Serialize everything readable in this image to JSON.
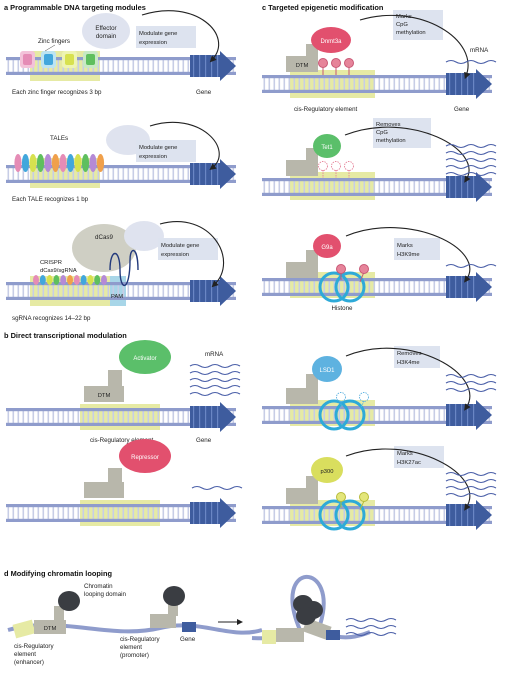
{
  "section_a": {
    "title": "a  Programmable DNA targeting modules",
    "zf": {
      "zinc_fingers": "Zinc fingers",
      "effector_line1": "Effector",
      "effector_line2": "domain",
      "callout_line1": "Modulate gene",
      "callout_line2": "expression",
      "gene": "Gene",
      "caption": "Each zinc finger recognizes 3 bp"
    },
    "tale": {
      "tales": "TALEs",
      "callout_line1": "Modulate gene",
      "callout_line2": "expression",
      "caption": "Each TALE recognizes 1 bp"
    },
    "crispr": {
      "dcas9": "dCas9",
      "label_line1": "CRISPR",
      "label_line2": "dCas9/sgRNA",
      "pam": "PAM",
      "callout_line1": "Modulate gene",
      "callout_line2": "expression",
      "caption": "sgRNA recognizes 14–22 bp"
    }
  },
  "section_b": {
    "title": "b  Direct transcriptional modulation",
    "activator": {
      "protein": "Activator",
      "dtm": "DTM",
      "mrna": "mRNA",
      "cis": "cis-Regulatory element",
      "gene": "Gene"
    },
    "repressor": {
      "protein": "Repressor"
    }
  },
  "section_c": {
    "title": "c  Targeted epigenetic modification",
    "dnmt3a": {
      "protein": "Dnmt3a",
      "dtm": "DTM",
      "callout_line1": "Marks",
      "callout_line2": "CpG",
      "callout_line3": "methylation",
      "mrna": "mRNA",
      "cis": "cis-Regulatory element",
      "gene": "Gene"
    },
    "tet1": {
      "protein": "Tet1",
      "callout_line1": "Removes",
      "callout_line2": "CpG",
      "callout_line3": "methylation"
    },
    "g9a": {
      "protein": "G9a",
      "callout_line1": "Marks",
      "callout_line2": "H3K9me",
      "histone": "Histone"
    },
    "lsd1": {
      "protein": "LSD1",
      "callout_line1": "Removes",
      "callout_line2": "H3K4me"
    },
    "p300": {
      "protein": "p300",
      "callout_line1": "Marks",
      "callout_line2": "H3K27ac"
    }
  },
  "section_d": {
    "title": "d  Modifying chromatin looping",
    "domain_line1": "Chromatin",
    "domain_line2": "looping domain",
    "dtm": "DTM",
    "enh_line1": "cis-Regulatory",
    "enh_line2": "element",
    "enh_line3": "(enhancer)",
    "prom_line1": "cis-Regulatory",
    "prom_line2": "element",
    "prom_line3": "(promoter)",
    "gene": "Gene"
  },
  "colors": {
    "dna_strand": "#8f9ccc",
    "dna_rung": "#c7cde6",
    "cis_element": "#e6eaa4",
    "gene_arrow": "#3e5c9e",
    "dtm_box": "#b8b7ab",
    "callout": "#dde3ef",
    "activator": "#5bbf6a",
    "repressor": "#e2506e",
    "methyl_mark": "#e6849a",
    "lsd1": "#5eb2e0",
    "p300": "#d9de5e",
    "dcas9": "#cfcfc4",
    "histone_wrap": "#2eaad8",
    "chromatin": "#3a3d42"
  }
}
